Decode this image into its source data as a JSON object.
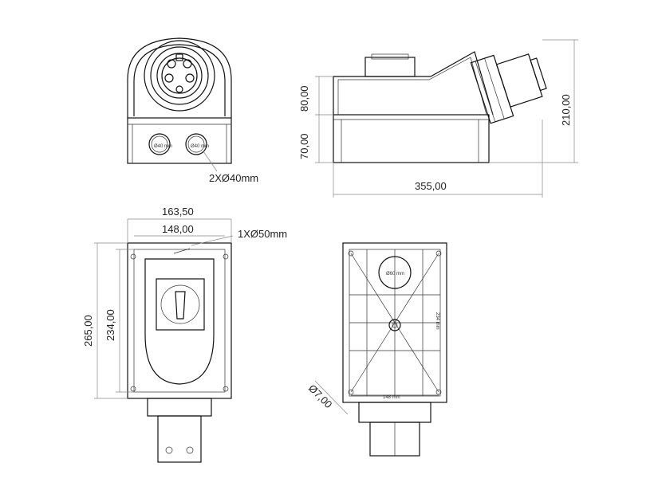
{
  "dimensions": {
    "height_top": "80,00",
    "height_bottom": "70,00",
    "height_total": "210,00",
    "length_total": "355,00",
    "width_outer": "163,50",
    "width_inner": "148,00",
    "height_outer": "265,00",
    "height_inner": "234,00",
    "hole_diameter": "Ø7,00"
  },
  "callouts": {
    "side_holes": "2XØ40mm",
    "top_hole": "1XØ50mm"
  },
  "back_view_labels": {
    "center_hole": "Ø60 mm",
    "vertical_spacing": "234 mm",
    "horizontal_spacing": "148 mm",
    "side_hole": "Ø40 mm"
  }
}
